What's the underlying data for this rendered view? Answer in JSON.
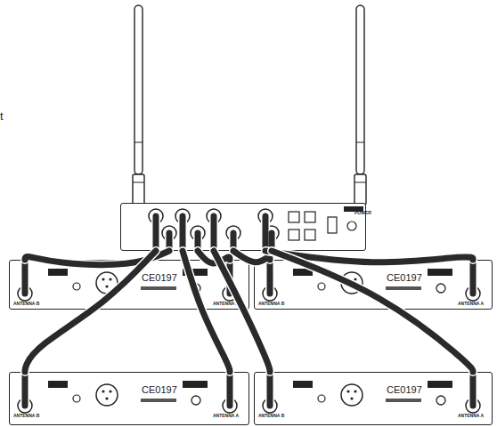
{
  "diagram": {
    "nodes": [
      {
        "text": [
          "POWER"
        ]
      },
      {
        "text": [
          "ANTENNA B",
          "CE0197",
          "ANTENNA A"
        ]
      },
      {
        "text": [
          "ANTENNA B",
          "CE0197",
          "ANTENNA A"
        ]
      },
      {
        "text": [
          "ANTENNA B",
          "CE0197",
          "ANTENNA A"
        ]
      },
      {
        "text": [
          "ANTENNA B",
          "CE0197",
          "ANTENNA A"
        ]
      }
    ],
    "edges": [
      {
        "from": 0,
        "to": 1,
        "arrow": "none"
      },
      {
        "from": 0,
        "to": 1,
        "arrow": "none"
      },
      {
        "from": 0,
        "to": 2,
        "arrow": "none"
      },
      {
        "from": 0,
        "to": 2,
        "arrow": "none"
      },
      {
        "from": 0,
        "to": 3,
        "arrow": "none"
      },
      {
        "from": 0,
        "to": 3,
        "arrow": "none"
      },
      {
        "from": 0,
        "to": 4,
        "arrow": "none"
      },
      {
        "from": 0,
        "to": 4,
        "arrow": "none"
      }
    ],
    "labels": [
      "t"
    ]
  }
}
